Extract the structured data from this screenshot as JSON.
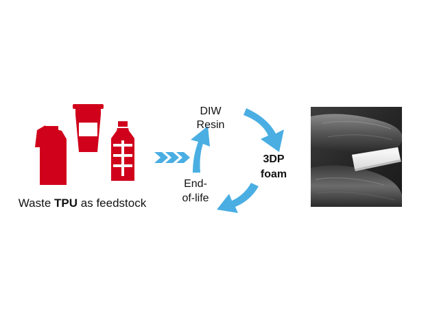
{
  "feedstock": {
    "caption_prefix": "Waste ",
    "caption_bold": "TPU",
    "caption_suffix": " as feedstock",
    "icon_color": "#d0021b"
  },
  "cycle": {
    "arrow_color": "#4aaee3",
    "label_resin_line1": "DIW",
    "label_resin_line2": "Resin",
    "label_foam_line1": "3DP",
    "label_foam_line2": "foam",
    "label_eol_line1": "End-",
    "label_eol_line2": "of-life"
  },
  "photo": {
    "subject": "gloved-hand-holding-foam-photo"
  }
}
